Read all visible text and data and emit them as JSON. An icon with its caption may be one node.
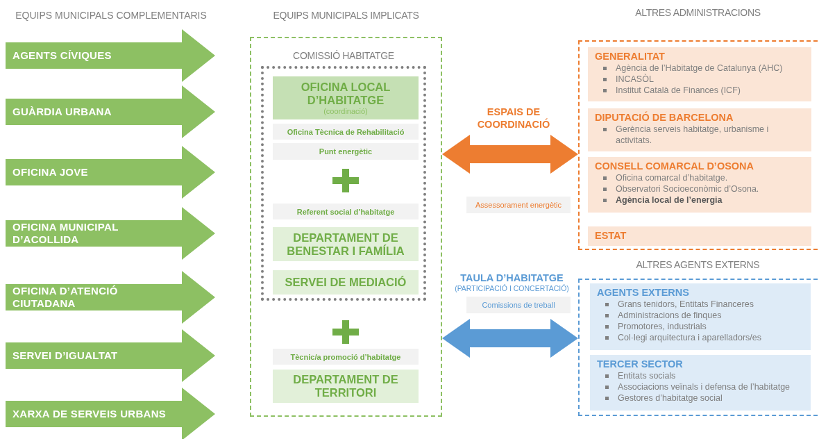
{
  "diagram": {
    "nodes": [
      {
        "text": [
          "AGENTS CÍVIQUES"
        ]
      },
      {
        "text": [
          "GUÀRDIA URBANA"
        ]
      },
      {
        "text": [
          "OFICINA JOVE"
        ]
      },
      {
        "text": [
          "OFICINA MUNICIPAL D’ACOLLIDA"
        ]
      },
      {
        "text": [
          "OFICINA D’ATENCIÓ CIUTADANA"
        ]
      },
      {
        "text": [
          "SERVEI D’IGUALTAT"
        ]
      },
      {
        "text": [
          "XARXA DE SERVEIS URBANS"
        ]
      },
      {
        "text": [
          "EQUIPS MUNICIPALS IMPLICATS"
        ]
      },
      {
        "text": [
          "COMISSIÓ HABITATGE"
        ],
        "in": 7
      },
      {
        "text": [
          "OFICINA LOCAL D’HABITATGE",
          "(coordinació)"
        ],
        "in": 8
      },
      {
        "text": [
          "Oficina Tècnica de Rehabilitació"
        ],
        "in": 8
      },
      {
        "text": [
          "Punt energètic"
        ],
        "in": 8
      },
      {
        "text": [
          "Referent social d’habitatge"
        ],
        "in": 8
      },
      {
        "text": [
          "DEPARTAMENT DE BENESTAR I FAMÍLIA"
        ],
        "in": 8
      },
      {
        "text": [
          "SERVEI DE MEDIACIÓ"
        ],
        "in": 8
      },
      {
        "text": [
          "Tècnic/a promoció d’habitatge"
        ],
        "in": 7
      },
      {
        "text": [
          "DEPARTAMENT DE TERRITORI"
        ],
        "in": 7
      },
      {
        "text": [
          "Assessorament energètic"
        ]
      },
      {
        "text": [
          "Comissions de treball"
        ]
      },
      {
        "text": [
          "ALTRES ADMINISTRACIONS"
        ]
      },
      {
        "text": [
          "GENERALITAT",
          "Agència de l’Habitatge de Catalunya (AHC)",
          "INCASÒL",
          "Institut Català de Finances (ICF)"
        ],
        "in": 19
      },
      {
        "text": [
          "DIPUTACIÓ DE BARCELONA",
          "Gerència serveis habitatge, urbanisme i activitats."
        ],
        "in": 19
      },
      {
        "text": [
          "CONSELL COMARCAL D’OSONA",
          "Oficina comarcal d’habitatge.",
          "Observatori Socioeconòmic d’Osona.",
          "Agència local de l’energia"
        ],
        "in": 19
      },
      {
        "text": [
          "ESTAT"
        ],
        "in": 19
      },
      {
        "text": [
          "ALTRES AGENTS EXTERNS"
        ]
      },
      {
        "text": [
          "AGENTS EXTERNS",
          "Grans tenidors, Entitats Financeres",
          "Administracions de finques",
          "Promotores, industrials",
          "Col·legi arquitectura i aparelladors/es"
        ],
        "in": 24
      },
      {
        "text": [
          "TERCER SECTOR",
          "Entitats socials",
          "Associacions veïnals i defensa de l’habitatge",
          "Gestores d’habitatge social"
        ],
        "in": 24
      }
    ],
    "edges": [
      {
        "from": 7,
        "to": 19,
        "arrow": "both",
        "color": "#ed7d31"
      },
      {
        "from": 7,
        "to": 24,
        "arrow": "both",
        "color": "#5b9bd5"
      }
    ],
    "labels": [
      "EQUIPS MUNICIPALS COMPLEMENTARIS",
      "ESPAIS DE COORDINACIÓ",
      "TAULA D’HABITATGE",
      "(PARTICIPACIÓ I CONCERTACIÓ)"
    ]
  }
}
